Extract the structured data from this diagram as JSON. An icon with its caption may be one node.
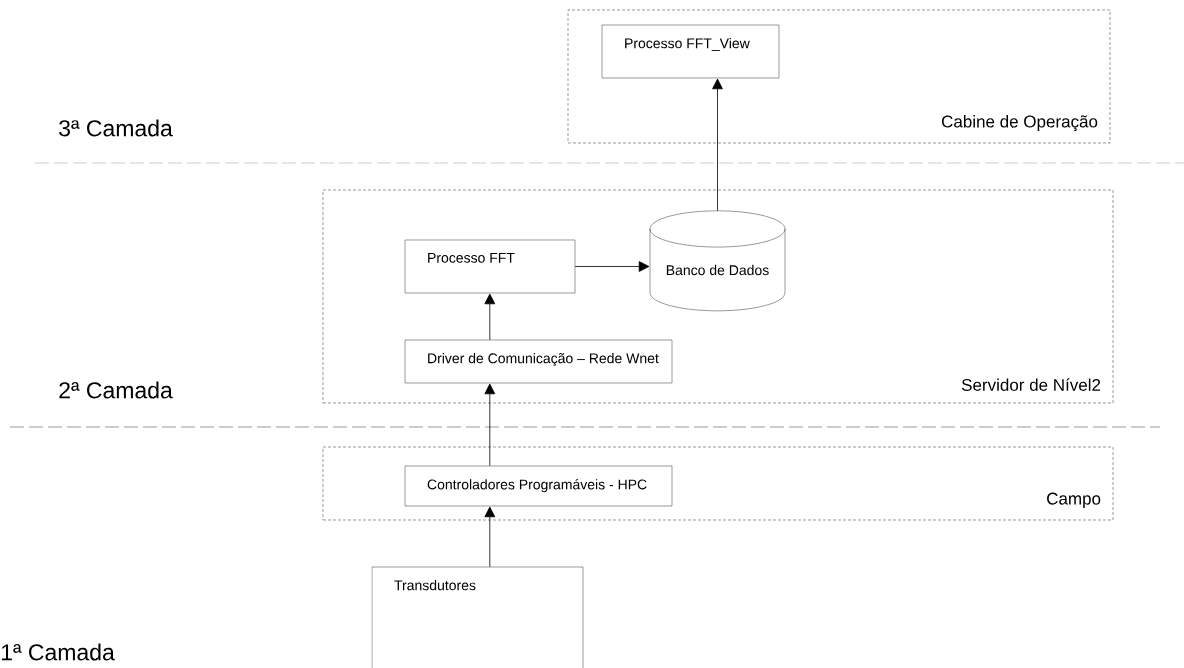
{
  "diagram": {
    "nodes": [
      {
        "text": [
          "Cabine de Operação"
        ]
      },
      {
        "text": [
          "Processo FFT_View"
        ],
        "in": 0
      },
      {
        "text": [
          "Servidor de Nível2"
        ]
      },
      {
        "text": [
          "Processo FFT"
        ],
        "in": 2
      },
      {
        "text": [
          "Banco de Dados"
        ],
        "in": 2
      },
      {
        "text": [
          "Driver de Comunicação – Rede Wnet"
        ],
        "in": 2
      },
      {
        "text": [
          "Campo"
        ]
      },
      {
        "text": [
          "Controladores Programáveis - HPC"
        ],
        "in": 6
      },
      {
        "text": [
          "Transdutores"
        ]
      }
    ],
    "edges": [
      {
        "from": 4,
        "to": 1,
        "arrow": "to"
      },
      {
        "from": 3,
        "to": 4,
        "arrow": "to"
      },
      {
        "from": 5,
        "to": 3,
        "arrow": "to"
      },
      {
        "from": 7,
        "to": 5,
        "arrow": "to"
      },
      {
        "from": 8,
        "to": 7,
        "arrow": "to"
      }
    ],
    "labels": [
      "3ª Camada",
      "2ª Camada",
      "1ª Camada"
    ]
  }
}
